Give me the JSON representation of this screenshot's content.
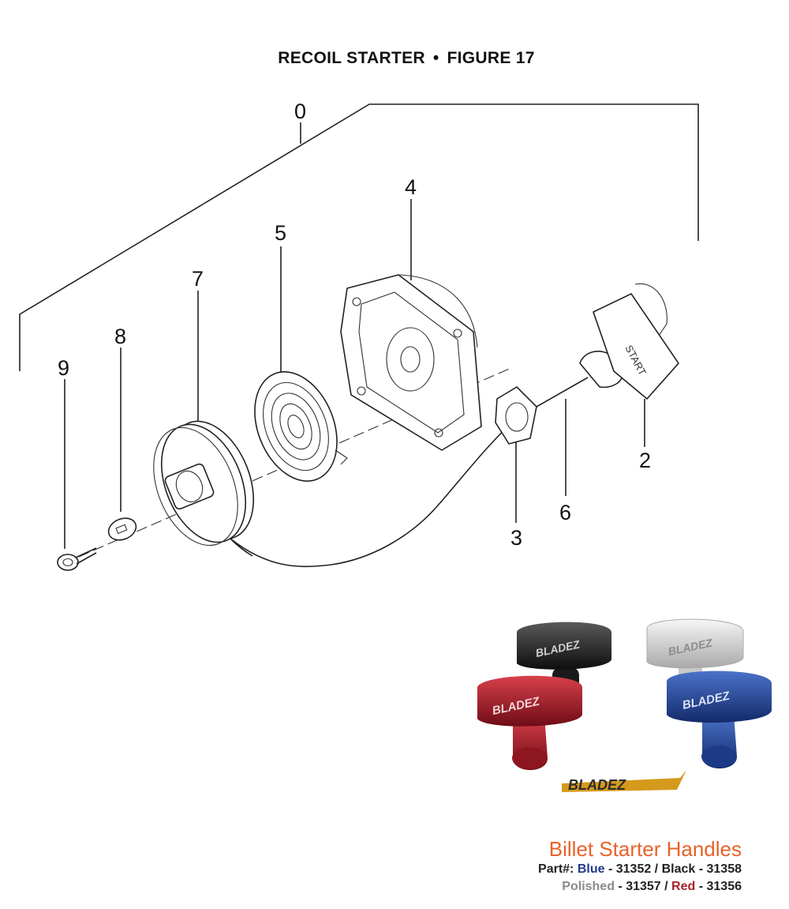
{
  "header": {
    "title_left": "RECOIL STARTER",
    "separator": "•",
    "title_right": "FIGURE 17"
  },
  "callouts": [
    "0",
    "2",
    "3",
    "4",
    "5",
    "6",
    "7",
    "8",
    "9"
  ],
  "handle_print": "START",
  "photo": {
    "handle_logo": "BLADEZ",
    "brand_logo": "BLADEZ"
  },
  "caption": {
    "heading": "Billet Starter Handles",
    "part_label": "Part#:",
    "blue_name": "Blue",
    "blue_num": "- 31352 /",
    "black_name": "Black",
    "black_num": "- 31358",
    "polished_name": "Polished",
    "polished_num": "- 31357 /",
    "red_name": "Red",
    "red_num": "- 31356"
  },
  "colors": {
    "heading": "#e8622a",
    "blue": "#223a8c",
    "red": "#a8202a",
    "polished": "#8a8a8a"
  }
}
